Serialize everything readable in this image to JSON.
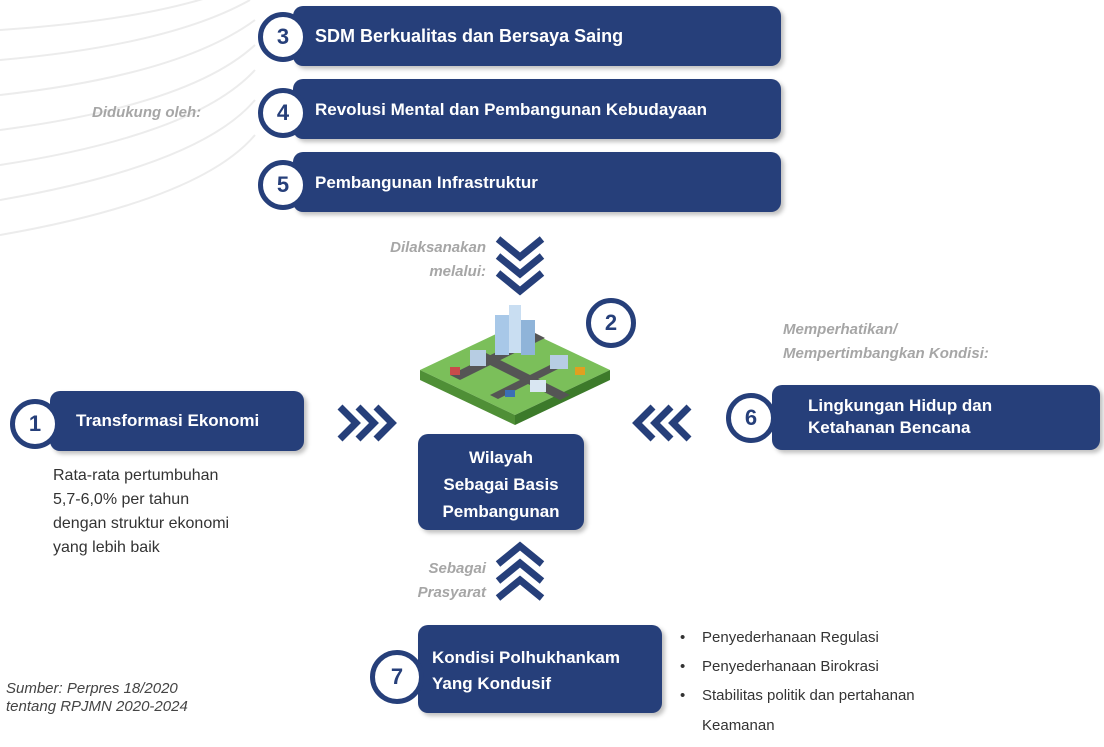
{
  "top_boxes": [
    {
      "number": "3",
      "label": "SDM Berkualitas dan Bersaya Saing"
    },
    {
      "number": "4",
      "label": "Revolusi Mental dan Pembangunan Kebudayaan"
    },
    {
      "number": "5",
      "label": "Pembangunan Infrastruktur"
    }
  ],
  "didukung_label": "Didukung oleh:",
  "dilaksanakan_label": [
    "Dilaksanakan",
    "melalui:"
  ],
  "center": {
    "number": "2",
    "label": [
      "Wilayah",
      "Sebagai Basis",
      "Pembangunan"
    ]
  },
  "left": {
    "number": "1",
    "label": "Transformasi Ekonomi",
    "description": [
      "Rata-rata pertumbuhan",
      "5,7-6,0% per tahun",
      "dengan struktur ekonomi",
      "yang lebih baik"
    ]
  },
  "right": {
    "heading": [
      "Memperhatikan/",
      "Mempertimbangkan Kondisi:"
    ],
    "number": "6",
    "label": [
      "Lingkungan Hidup dan",
      "Ketahanan Bencana"
    ]
  },
  "prasyarat_label": [
    "Sebagai",
    "Prasyarat"
  ],
  "bottom": {
    "number": "7",
    "label": [
      "Kondisi Polhukhankam",
      "Yang Kondusif"
    ],
    "bullets": [
      "Penyederhanaan Regulasi",
      "Penyederhanaan Birokrasi",
      "Stabilitas politik dan pertahanan",
      "Keamanan"
    ]
  },
  "source": [
    "Sumber: Perpres 18/2020",
    "tentang RPJMN 2020-2024"
  ],
  "colors": {
    "primary": "#263f7a",
    "arrow": "#263f7a",
    "gray_text": "#a6a6a6"
  }
}
